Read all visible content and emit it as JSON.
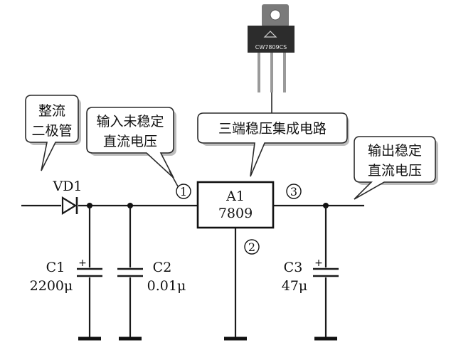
{
  "callouts": {
    "rectifier_diode": [
      "整流",
      "二极管"
    ],
    "unregulated_input": [
      "输入未稳定",
      "直流电压"
    ],
    "regulator_ic": [
      "三端稳压集成电路"
    ],
    "regulated_output": [
      "输出稳定",
      "直流电压"
    ]
  },
  "package_marking": "CW7809CS",
  "components": {
    "diode": {
      "ref": "VD1"
    },
    "c1": {
      "ref": "C1",
      "value": "2200μ"
    },
    "c2": {
      "ref": "C2",
      "value": "0.01μ"
    },
    "c3": {
      "ref": "C3",
      "value": "47μ"
    },
    "regulator": {
      "ref": "A1",
      "part": "7809"
    }
  },
  "pins": {
    "input": "1",
    "ground": "2",
    "output": "3"
  },
  "polarity": {
    "plus": "+"
  }
}
